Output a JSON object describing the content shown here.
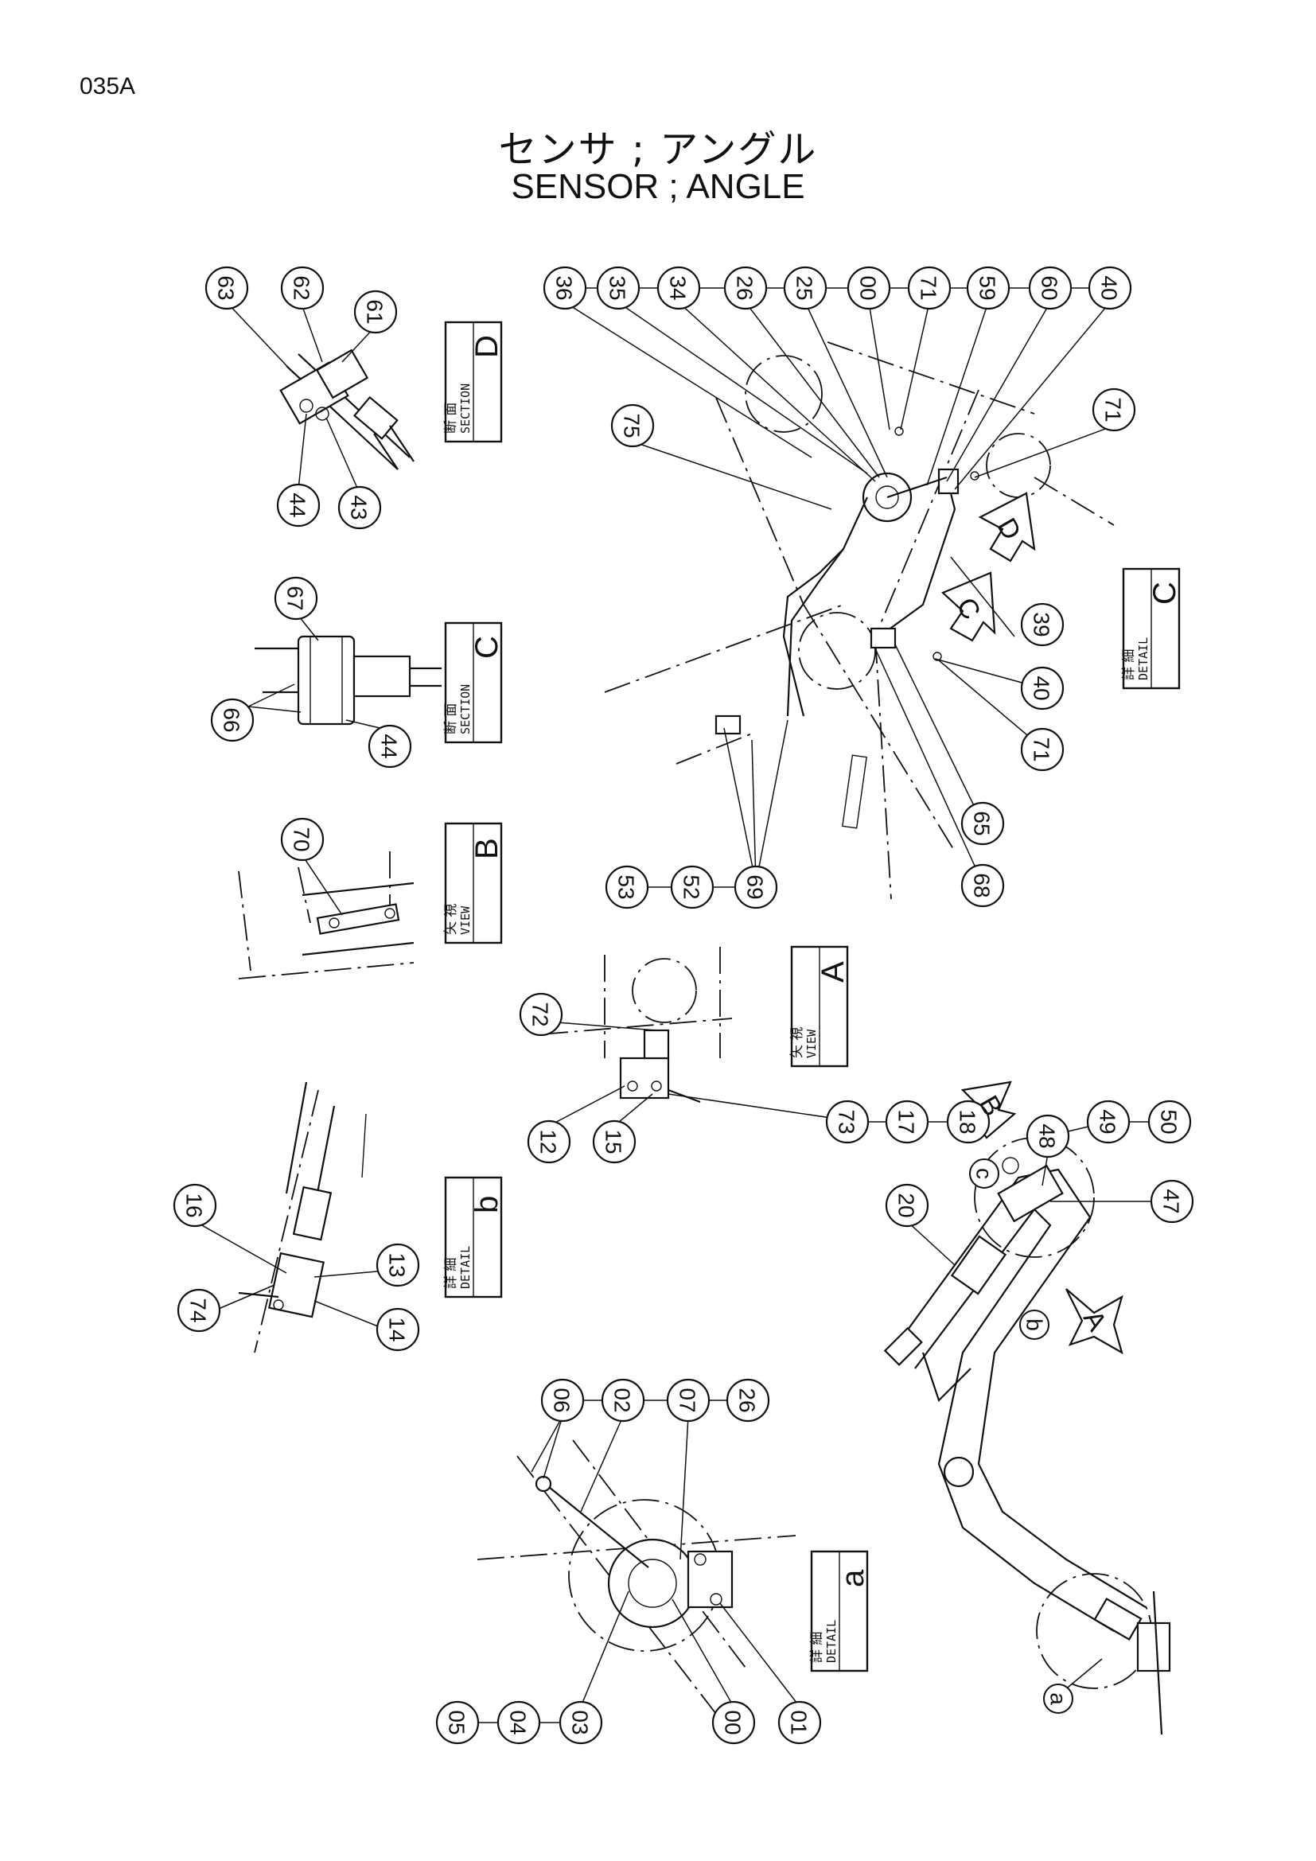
{
  "page_code": "035A",
  "title_jp": "センサ ; アングル",
  "title_en": "SENSOR ; ANGLE",
  "balloons": [
    "63",
    "62",
    "61",
    "44",
    "43",
    "36",
    "35",
    "34",
    "26",
    "25",
    "00",
    "71",
    "59",
    "60",
    "40",
    "75",
    "71",
    "39",
    "40",
    "71",
    "65",
    "68",
    "53",
    "52",
    "69",
    "67",
    "66",
    "44",
    "70",
    "72",
    "12",
    "15",
    "73",
    "17",
    "18",
    "48",
    "49",
    "50",
    "47",
    "20",
    "16",
    "74",
    "13",
    "14",
    "06",
    "02",
    "07",
    "26",
    "05",
    "04",
    "03",
    "00",
    "01"
  ],
  "view_tags": [
    {
      "jp": "断 面",
      "en": "SECTION",
      "letter": "D"
    },
    {
      "jp": "断 面",
      "en": "SECTION",
      "letter": "C"
    },
    {
      "jp": "矢 視",
      "en": "VIEW",
      "letter": "B"
    },
    {
      "jp": "矢 視",
      "en": "VIEW",
      "letter": "A"
    },
    {
      "jp": "詳 細",
      "en": "DETAIL",
      "letter": "C"
    },
    {
      "jp": "詳 細",
      "en": "DETAIL",
      "letter": "b"
    },
    {
      "jp": "詳 細",
      "en": "DETAIL",
      "letter": "a"
    }
  ],
  "arrow_letters": [
    "D",
    "C",
    "B",
    "A"
  ],
  "detail_markers": [
    "c",
    "b",
    "a"
  ]
}
